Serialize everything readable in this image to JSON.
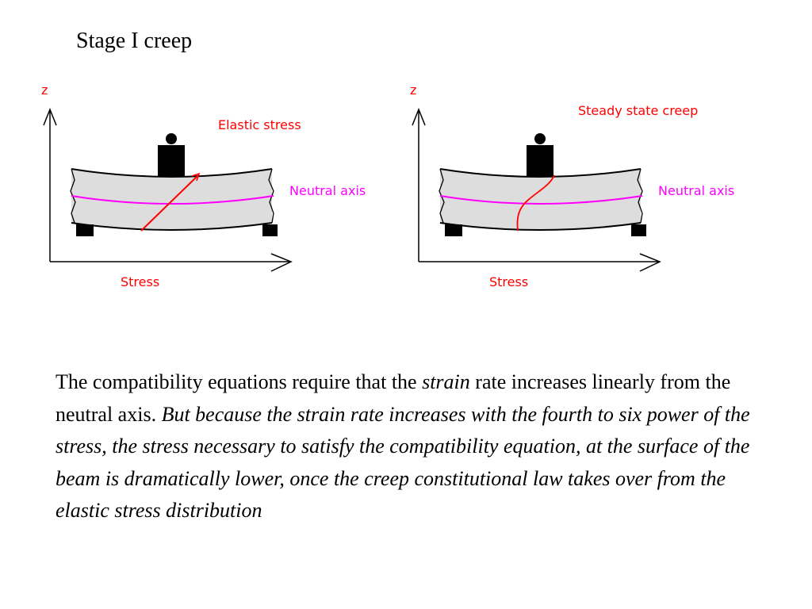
{
  "slide": {
    "title": "Stage I creep"
  },
  "diagrams": [
    {
      "axis_z": "z",
      "axis_x": "Stress",
      "curve_label": "Elastic stress",
      "neutral_label": "Neutral axis",
      "curve_color": "#ff0000",
      "neutral_color": "#ff00ff"
    },
    {
      "axis_z": "z",
      "axis_x": "Stress",
      "curve_label": "Steady state creep",
      "neutral_label": "Neutral axis",
      "curve_color": "#ff0000",
      "neutral_color": "#ff00ff"
    }
  ],
  "body": {
    "p1": "The compatibility equations require that the ",
    "p1_italic": "strain",
    "p2": " rate increases linearly from the neutral axis.  ",
    "p2_italic": "But because the strain rate increases with the fourth to six power of the stress, the stress necessary to satisfy the compatibility equation, at the surface of the beam is dramatically lower, once the creep constitutional law takes over from the elastic stress distribution"
  },
  "colors": {
    "label": "#ff0000",
    "beam_fill": "#dddddd",
    "support": "#000000"
  }
}
